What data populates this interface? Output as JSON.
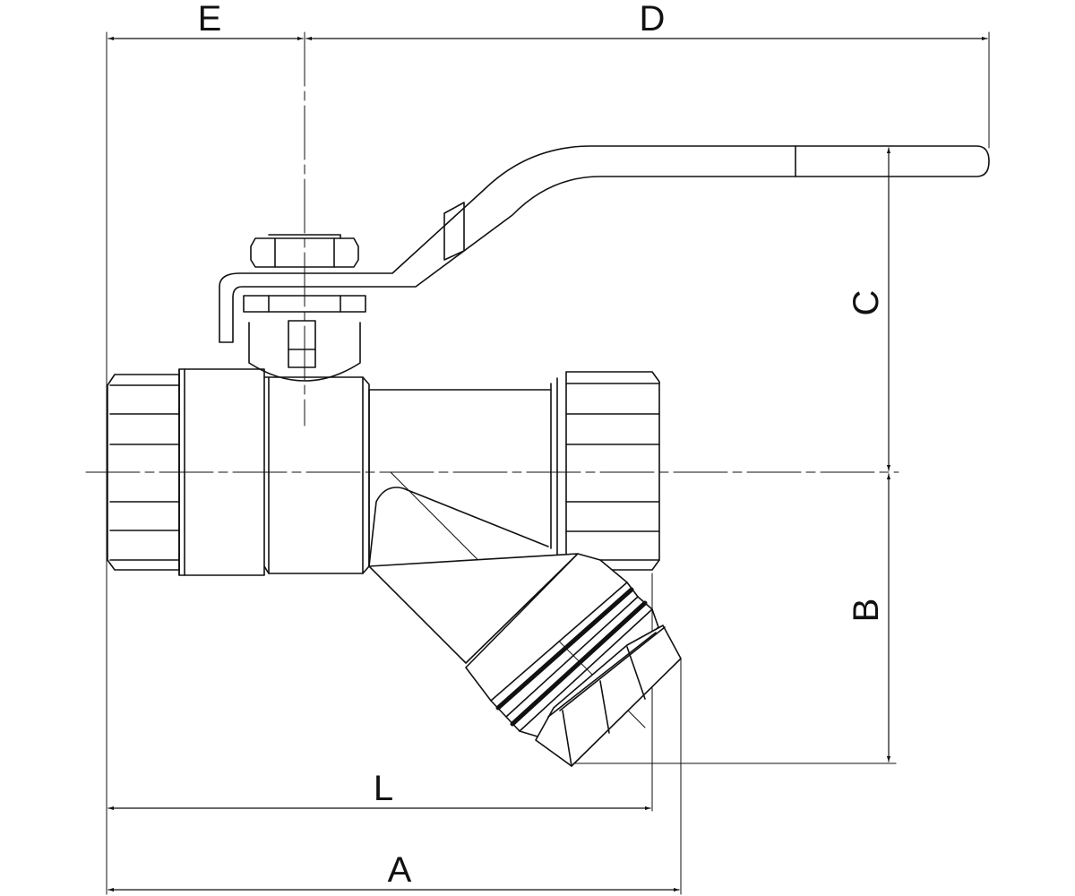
{
  "colors": {
    "line": "#111111",
    "background": "#ffffff"
  },
  "dimensions": {
    "A": "A",
    "B": "B",
    "C": "C",
    "D": "D",
    "E": "E",
    "L": "L"
  }
}
